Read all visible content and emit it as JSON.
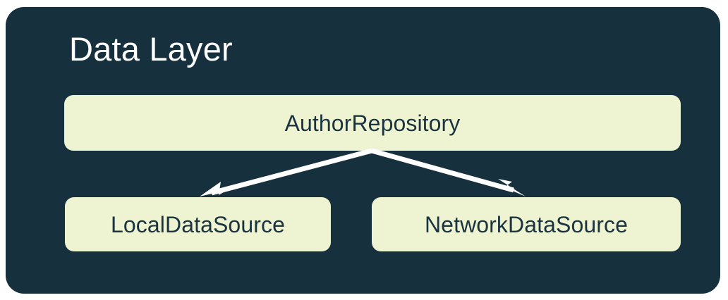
{
  "diagram": {
    "title": "Data Layer",
    "background_color": "#16303d",
    "node_fill_color": "#eef3d2",
    "node_text_color": "#1b3440",
    "title_color": "#ffffff",
    "arrow_color": "#ffffff",
    "canvas_background": "#ffffff",
    "nodes": [
      {
        "id": "repository",
        "label": "AuthorRepository"
      },
      {
        "id": "local",
        "label": "LocalDataSource"
      },
      {
        "id": "network",
        "label": "NetworkDataSource"
      }
    ],
    "edges": [
      {
        "from": "repository",
        "to": "local",
        "style": "arrow",
        "label": ""
      },
      {
        "from": "repository",
        "to": "network",
        "style": "arrow",
        "label": ""
      }
    ]
  }
}
